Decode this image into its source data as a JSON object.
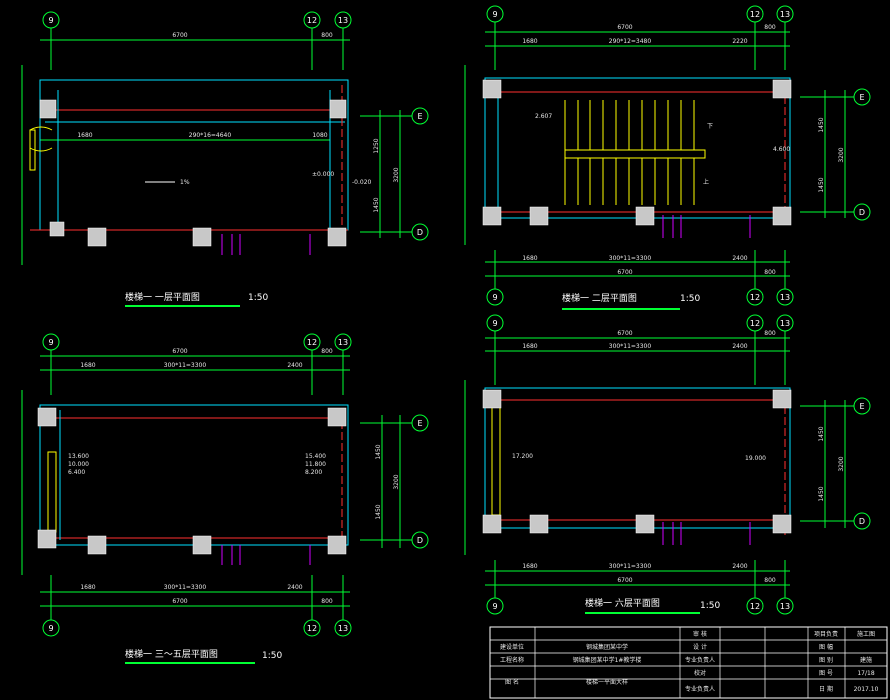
{
  "plans": [
    {
      "id": "plan1",
      "axes_top": [
        "9",
        "12",
        "13"
      ],
      "axes_right": [
        "E",
        "D"
      ],
      "dims_top": [
        "6700",
        "800"
      ],
      "dims_inner": [
        "1680",
        "290*16=4640",
        "1080"
      ],
      "dims_right": [
        "1250",
        "1450",
        "3200"
      ],
      "levels": [
        "±0.000",
        "-0.020"
      ],
      "slope": "1%",
      "title": "楼梯一     一层平面图",
      "scale": "1:50"
    },
    {
      "id": "plan2",
      "axes_top": [
        "9",
        "12",
        "13"
      ],
      "axes_bottom": [
        "9",
        "12",
        "13"
      ],
      "axes_right": [
        "E",
        "D"
      ],
      "dims_top": [
        "6700",
        "800"
      ],
      "dims_top2": [
        "1680",
        "290*12=3480",
        "2220"
      ],
      "dims_bottom": [
        "1680",
        "300*11=3300",
        "2400"
      ],
      "dims_bottom2": [
        "6700",
        "800"
      ],
      "dims_right": [
        "1450",
        "1450",
        "3200"
      ],
      "levels": [
        "2.607",
        "4.600"
      ],
      "arrows": [
        "下",
        "上"
      ],
      "title": "楼梯一     二层平面图",
      "scale": "1:50"
    },
    {
      "id": "plan3",
      "axes_top": [
        "9",
        "12",
        "13"
      ],
      "axes_bottom": [
        "9",
        "12",
        "13"
      ],
      "axes_right": [
        "E",
        "D"
      ],
      "dims_top": [
        "6700",
        "800"
      ],
      "dims_top2": [
        "1680",
        "300*11=3300",
        "2400"
      ],
      "dims_bottom": [
        "1680",
        "300*11=3300",
        "2400"
      ],
      "dims_bottom2": [
        "6700",
        "800"
      ],
      "dims_right": [
        "1450",
        "1450",
        "3200"
      ],
      "levels_left": [
        "13.600",
        "10.000",
        "6.400"
      ],
      "levels_right": [
        "15.400",
        "11.800",
        "8.200"
      ],
      "title": "楼梯一     三～五层平面图",
      "scale": "1:50"
    },
    {
      "id": "plan4",
      "axes_top": [
        "9",
        "12",
        "13"
      ],
      "axes_bottom": [
        "9",
        "12",
        "13"
      ],
      "axes_right": [
        "E",
        "D"
      ],
      "dims_top": [
        "6700",
        "800"
      ],
      "dims_top2": [
        "1680",
        "300*11=3300",
        "2400"
      ],
      "dims_bottom": [
        "1680",
        "300*11=3300",
        "2400"
      ],
      "dims_bottom2": [
        "6700",
        "800"
      ],
      "dims_right": [
        "1450",
        "1450",
        "3200"
      ],
      "levels": [
        "17.200",
        "19.000"
      ],
      "title": "楼梯一     六层平面图",
      "scale": "1:50"
    }
  ],
  "title_block": {
    "row1": [
      "审 核",
      "项目负责",
      "施工图"
    ],
    "row2": [
      "建设单位",
      "钢城集团某中学",
      "设 计",
      "图 幅"
    ],
    "row3": [
      "工程名称",
      "钢城集团某中学1#教学楼",
      "专业负责人",
      "图 别",
      "建施"
    ],
    "row4": [
      "图 名",
      "楼梯一平面大样",
      "校对",
      "图 号",
      "17/18"
    ],
    "row5": [
      "专业负责人",
      "日 期",
      "2017.10"
    ]
  }
}
